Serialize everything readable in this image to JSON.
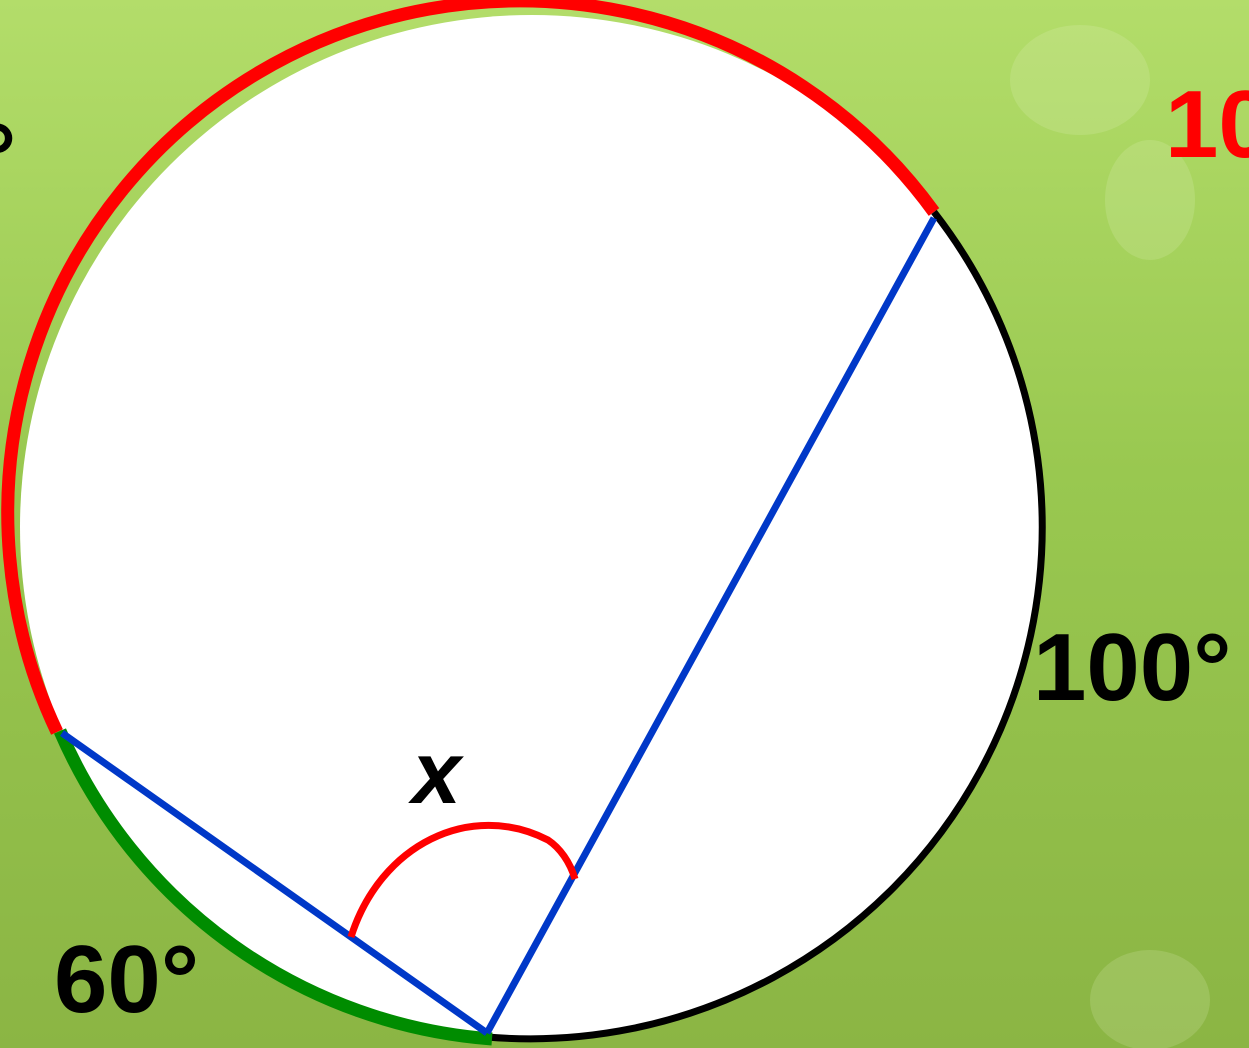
{
  "diagram": {
    "angle_label": "x",
    "arc_label_bottom_left": "60°",
    "arc_label_right": "100°",
    "arc_label_top_right_partial": "10",
    "arc_label_left_partial": "°"
  },
  "colors": {
    "background": "#9cc853",
    "circle_fill": "#ffffff",
    "major_arc": "#ff0000",
    "minor_arc_60": "#008c00",
    "arc_100": "#000000",
    "chords": "#0038c8",
    "angle_mark": "#ff0000",
    "label_black": "#000000",
    "label_red": "#ff0000"
  }
}
